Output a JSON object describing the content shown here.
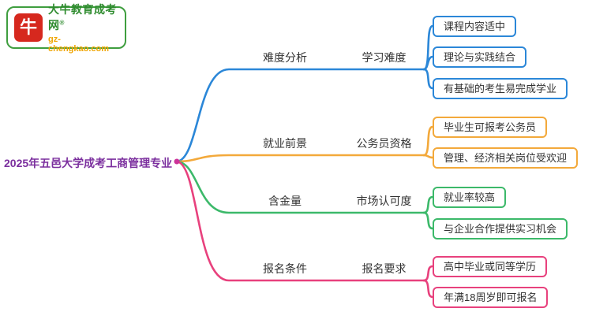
{
  "logo": {
    "site_name": "大牛教育成考网",
    "trademark": "®",
    "site_url": "gz-chengkao.com",
    "icon_label": "牛"
  },
  "root": {
    "title": "2025年五邑大学成考工商管理专业"
  },
  "branches": [
    {
      "label": "难度分析",
      "sub": "学习难度",
      "color": "#2b87d8",
      "leaves": [
        "课程内容适中",
        "理论与实践结合",
        "有基础的考生易完成学业"
      ]
    },
    {
      "label": "就业前景",
      "sub": "公务员资格",
      "color": "#f3a93b",
      "leaves": [
        "毕业生可报考公务员",
        "管理、经济相关岗位受欢迎"
      ]
    },
    {
      "label": "含金量",
      "sub": "市场认可度",
      "color": "#3cb96a",
      "leaves": [
        "就业率较高",
        "与企业合作提供实习机会"
      ]
    },
    {
      "label": "报名条件",
      "sub": "报名要求",
      "color": "#e8417d",
      "leaves": [
        "高中毕业或同等学历",
        "年满18周岁即可报名"
      ]
    }
  ],
  "colors": {
    "root_text": "#7b2f9e",
    "branch_blue": "#2b87d8",
    "branch_orange": "#f3a93b",
    "branch_green": "#3cb96a",
    "branch_pink": "#e8417d",
    "logo_border_green": "#3f9e3f",
    "logo_red": "#d6281e",
    "logo_url_orange": "#f0a500"
  }
}
